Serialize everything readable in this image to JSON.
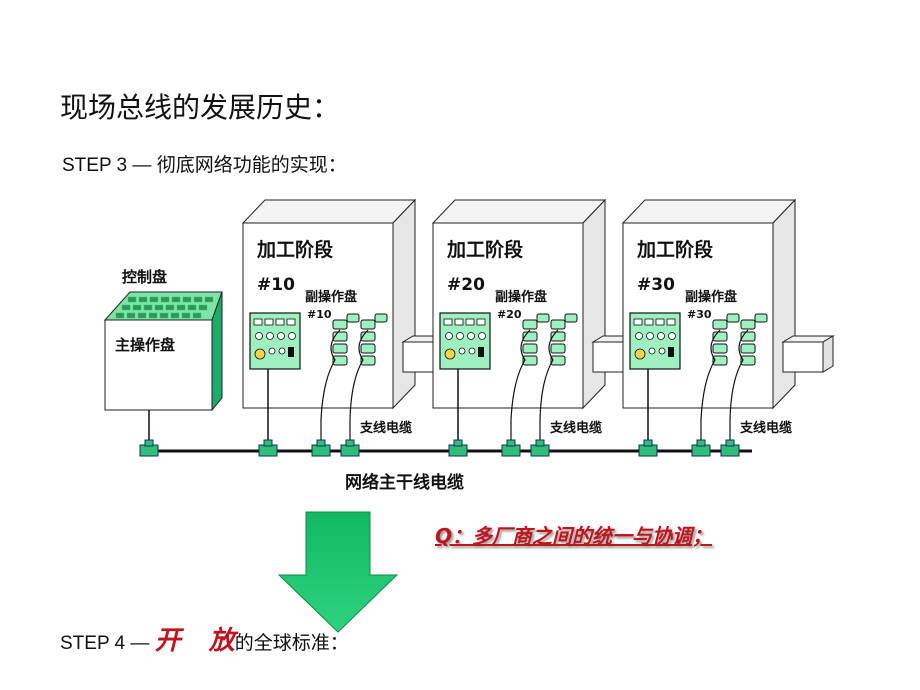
{
  "title": "现场总线的发展历史：",
  "step3": {
    "prefix": "STEP  3 — ",
    "text": "彻底网络功能的实现："
  },
  "step4": {
    "prefix": "STEP  4 — ",
    "open1": "开",
    "open2": "放",
    "suffix": "的全球标准："
  },
  "question": "Q：多厂商之间的统一与协调；",
  "diagram": {
    "control_panel_label": "控制盘",
    "main_panel_label": "主操作盘",
    "stage_label": "加工阶段",
    "sub_panel_label": "副操作盘",
    "branch_cable_label": "支线电缆",
    "trunk_cable_label": "网络主干线电缆",
    "stages": [
      {
        "number": "#10",
        "sub_number": "#10"
      },
      {
        "number": "#20",
        "sub_number": "#20"
      },
      {
        "number": "#30",
        "sub_number": "#30"
      }
    ]
  },
  "colors": {
    "panel_green": "#9ff0c0",
    "tee_green": "#2fbf7a",
    "arrow_green": "#1fbf6a",
    "accent_red": "#c0141c"
  }
}
